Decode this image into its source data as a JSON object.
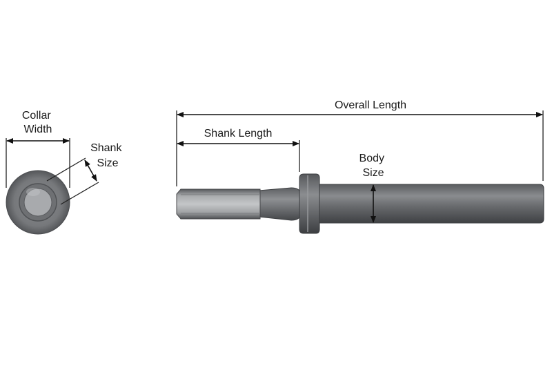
{
  "labels": {
    "collar_width": [
      "Collar",
      "Width"
    ],
    "shank_size": [
      "Shank",
      "Size"
    ],
    "overall_length": "Overall Length",
    "shank_length": "Shank Length",
    "body_size": [
      "Body",
      "Size"
    ]
  },
  "colors": {
    "steel_dark": "#4d4f52",
    "steel_mid": "#6b6d70",
    "steel_light": "#8c8e91",
    "hex_face": "#b4b6b8",
    "dimension_line": "#111111"
  },
  "icons": {
    "arrow": "arrowhead"
  }
}
